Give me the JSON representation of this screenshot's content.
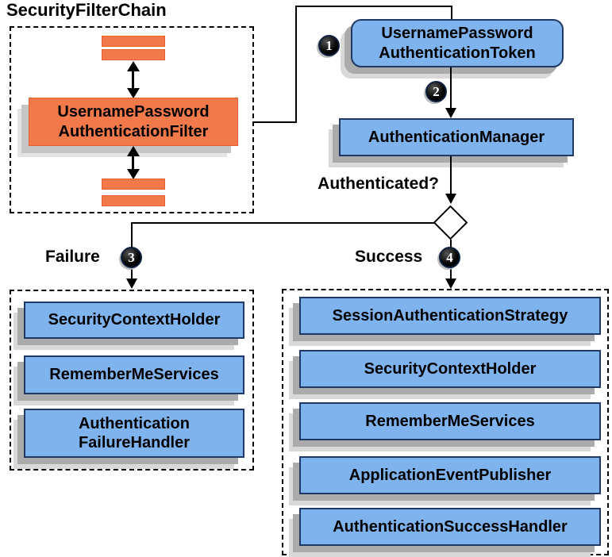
{
  "title": "SecurityFilterChain",
  "colors": {
    "orange": "#f27a4a",
    "blue": "#7fb3ee",
    "blue_border": "#203864",
    "line": "#000000",
    "shadow": "#ababab"
  },
  "filter_chain": {
    "filter_box": "UsernamePassword\nAuthenticationFilter"
  },
  "flow": {
    "token_box": "UsernamePassword\nAuthenticationToken",
    "manager_box": "AuthenticationManager",
    "question_label": "Authenticated?",
    "failure_label": "Failure",
    "success_label": "Success",
    "badges": [
      "1",
      "2",
      "3",
      "4"
    ]
  },
  "failure_branch": {
    "items": [
      "SecurityContextHolder",
      "RememberMeServices",
      "Authentication\nFailureHandler"
    ]
  },
  "success_branch": {
    "items": [
      "SessionAuthenticationStrategy",
      "SecurityContextHolder",
      "RememberMeServices",
      "ApplicationEventPublisher",
      "AuthenticationSuccessHandler"
    ]
  }
}
